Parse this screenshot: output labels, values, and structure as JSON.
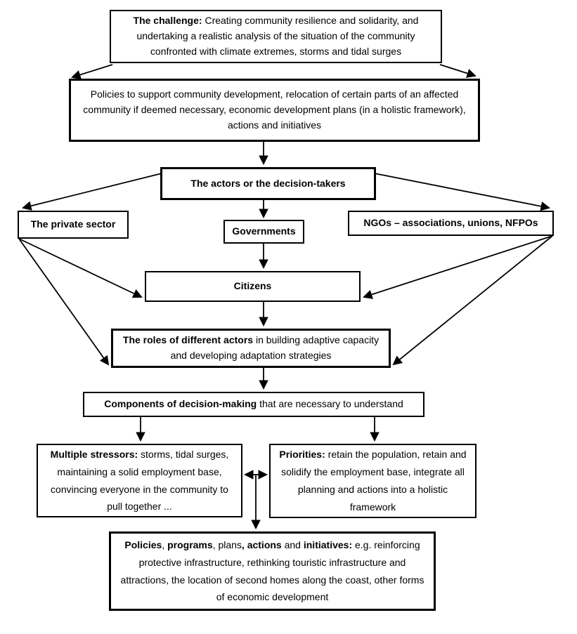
{
  "diagram": {
    "title": "Community resilience decision-making flowchart",
    "colors": {
      "background": "#ffffff",
      "box_border": "#000000",
      "text": "#000000",
      "arrow": "#000000"
    },
    "boxes": {
      "challenge": {
        "segments": [
          {
            "bold": true,
            "text": "The challenge:"
          },
          {
            "bold": false,
            "text": " Creating community resilience and solidarity, and undertaking a realistic analysis of the situation of the community confronted with climate extremes, storms and tidal surges"
          }
        ]
      },
      "policies": {
        "segments": [
          {
            "bold": false,
            "text": "Policies to support community development, relocation of certain parts of an affected community if deemed necessary, economic development plans (in a holistic framework), actions and initiatives"
          }
        ]
      },
      "actors": {
        "segments": [
          {
            "bold": true,
            "text": "The actors or the decision-takers"
          }
        ]
      },
      "private_sector": {
        "segments": [
          {
            "bold": true,
            "text": "The private sector"
          }
        ]
      },
      "governments": {
        "segments": [
          {
            "bold": true,
            "text": "Governments"
          }
        ]
      },
      "ngos": {
        "segments": [
          {
            "bold": true,
            "text": "NGOs – associations, unions, NFPOs"
          }
        ]
      },
      "citizens": {
        "segments": [
          {
            "bold": true,
            "text": "Citizens"
          }
        ]
      },
      "roles": {
        "segments": [
          {
            "bold": true,
            "text": "The roles of different actors"
          },
          {
            "bold": false,
            "text": " in building adaptive capacity and developing adaptation strategies"
          }
        ]
      },
      "components": {
        "segments": [
          {
            "bold": true,
            "text": "Components of decision-making"
          },
          {
            "bold": false,
            "text": " that are necessary to understand"
          }
        ]
      },
      "stressors": {
        "segments": [
          {
            "bold": true,
            "text": "Multiple stressors:"
          },
          {
            "bold": false,
            "text": " storms, tidal surges, maintaining a solid employment base, convincing everyone in the community to pull together ..."
          }
        ]
      },
      "priorities": {
        "segments": [
          {
            "bold": true,
            "text": "Priorities:"
          },
          {
            "bold": false,
            "text": " retain the population, retain and solidify the employment base, integrate all planning and actions into a holistic framework"
          }
        ]
      },
      "outcomes": {
        "segments": [
          {
            "bold": true,
            "text": "Policies"
          },
          {
            "bold": false,
            "text": ", "
          },
          {
            "bold": true,
            "text": "programs"
          },
          {
            "bold": false,
            "text": ", plans"
          },
          {
            "bold": true,
            "text": ", actions"
          },
          {
            "bold": false,
            "text": " and "
          },
          {
            "bold": true,
            "text": "initiatives:"
          },
          {
            "bold": false,
            "text": " e.g. reinforcing protective infrastructure, rethinking touristic infrastructure and attractions, the location of second homes along the coast, other forms of economic development"
          }
        ]
      }
    }
  }
}
